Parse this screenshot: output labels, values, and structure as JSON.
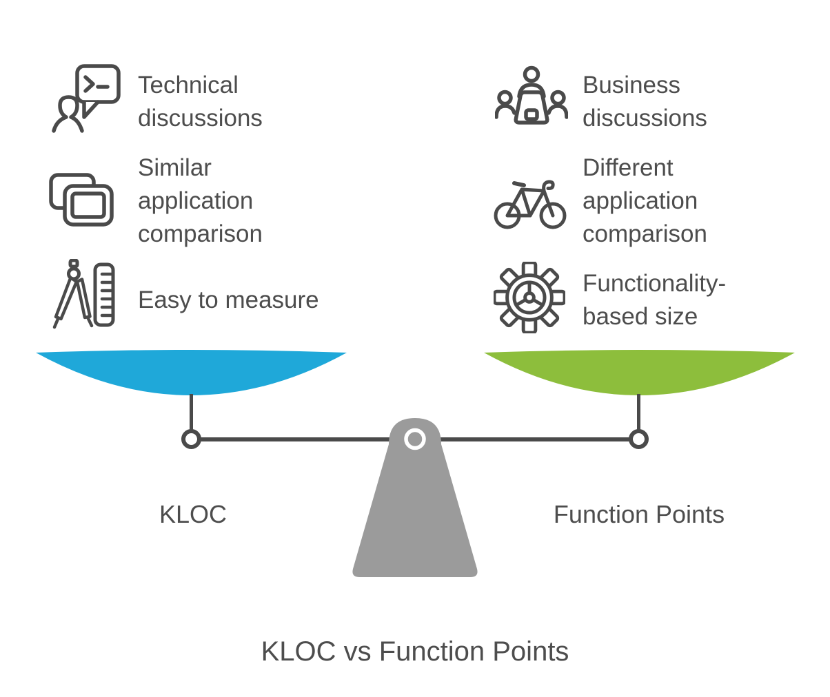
{
  "title": "KLOC vs Function Points",
  "colors": {
    "blue_pan": "#1fa8d9",
    "green_pan": "#8dbe3c",
    "fulcrum_gray": "#9b9b9b",
    "line_dark": "#4a4a4a",
    "text_gray": "#4d4d4d"
  },
  "left": {
    "pan_label": "KLOC",
    "pan_color": "#1fa8d9",
    "items": [
      {
        "icon": "technical-discussions-icon",
        "lines": [
          "Technical",
          "discussions"
        ]
      },
      {
        "icon": "similar-application-icon",
        "lines": [
          "Similar",
          "application",
          "comparison"
        ]
      },
      {
        "icon": "easy-to-measure-icon",
        "lines": [
          "Easy to measure"
        ]
      }
    ]
  },
  "right": {
    "pan_label": "Function Points",
    "pan_color": "#8dbe3c",
    "items": [
      {
        "icon": "business-discussions-icon",
        "lines": [
          "Business",
          "discussions"
        ]
      },
      {
        "icon": "different-application-icon",
        "lines": [
          "Different",
          "application",
          "comparison"
        ]
      },
      {
        "icon": "functionality-based-size-icon",
        "lines": [
          "Functionality-",
          "based size"
        ]
      }
    ]
  }
}
